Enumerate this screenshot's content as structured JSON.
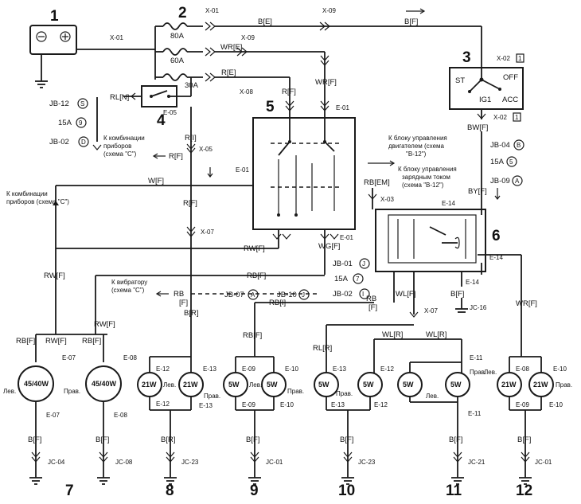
{
  "components": [
    "1",
    "2",
    "3",
    "4",
    "5",
    "6",
    "7",
    "8",
    "9",
    "10",
    "11",
    "12"
  ],
  "fuses": {
    "f1": "80A",
    "f2": "60A",
    "f3": "30A"
  },
  "connectors": {
    "x01a": "X-01",
    "x01b": "X-01",
    "x09a": "X-09",
    "x09b": "X-09",
    "x08a": "X-08",
    "x02a": "X-02",
    "x02b": "X-02",
    "x05": "X-05",
    "x07a": "X-07",
    "x03": "X-03",
    "x07b": "X-07",
    "e05": "E-05",
    "e01a": "E-01",
    "e01b": "E-01",
    "e01c": "E-01",
    "e14a": "E-14",
    "e14b": "E-14",
    "e14c": "E-14"
  },
  "wires": {
    "b_e": "B[E]",
    "b_f_top": "B[F]",
    "wr_e": "WR[E]",
    "r_e": "R[E]",
    "r_f": "R[F]",
    "wr_f": "WR[F]",
    "r_i": "R[I]",
    "r_f2": "R[F]",
    "r_f3": "R[F]",
    "w_f": "W[F]",
    "rw_f": "RW[F]",
    "rw_f2": "RW[F]",
    "rb_f": "RB[F]",
    "rb": "RB",
    "rb_f_sub": "[F]",
    "b_r": "B[R]",
    "rb_i": "RB[I]",
    "rb_f2": "RB[F]",
    "wg_f": "WG[F]",
    "rb_em": "RB[EM]",
    "bw_f": "BW[F]",
    "by_f": "BY[F]",
    "wl_f": "WL[F]",
    "b_f6": "B[F]",
    "rb2": "RB",
    "rb2_f": "[F]",
    "rl_r": "RL[R]",
    "wl_r1": "WL[R]",
    "wl_r2": "WL[R]",
    "wr_f12": "WR[F]",
    "rl_n": "RL[N]"
  },
  "jb": {
    "jb12": "JB-12",
    "jb12c": "S",
    "fuse15a_1": "15A",
    "fuse15a_1c": "9",
    "jb02": "JB-02",
    "jb02c": "D",
    "jb04": "JB-04",
    "jb04c": "B",
    "fuse15a_2": "15A",
    "fuse15a_2c": "5",
    "jb09": "JB-09",
    "jb09c": "A",
    "jb01": "JB-01",
    "jb01c": "J",
    "fuse15a_3": "15A",
    "fuse15a_3c": "7",
    "jb02b": "JB-02",
    "jb02bc": "I",
    "jb07": "JB-07",
    "jb07c": "A",
    "jb10": "JB-10",
    "jb10c": "J"
  },
  "ignition": {
    "st": "ST",
    "off": "OFF",
    "ig1": "IG1",
    "acc": "ACC",
    "x02_box": "1"
  },
  "notes": {
    "n1a": "К комбинации",
    "n1b": "приборов",
    "n1c": "(схема \"C\")",
    "n2a": "К комбинации",
    "n2b": "приборов (схема \"C\")",
    "n3a": "К блоку управления",
    "n3b": "двигателем (схема",
    "n3c": "\"B-12\")",
    "n4a": "К блоку управления",
    "n4b": "зарядным током",
    "n4c": "(схема \"B-12\")",
    "n5a": "К вибратору",
    "n5b": "(схема \"C\")"
  },
  "lamps": {
    "l7a": "45/40W",
    "l7b": "45/40W",
    "l8a": "21W",
    "l8b": "21W",
    "l9a": "5W",
    "l9b": "5W",
    "l10a": "5W",
    "l10b": "5W",
    "l11a": "5W",
    "l11b": "5W",
    "l12a": "21W",
    "l12b": "21W"
  },
  "sides": {
    "lev": "Лев.",
    "prav": "Прав."
  },
  "lamp_conn": {
    "e07": "E-07",
    "e08": "E-08",
    "e12": "E-12",
    "e13": "E-13",
    "e09": "E-09",
    "e10": "E-10",
    "e11": "E-11"
  },
  "grounds": {
    "jc04": "JC-04",
    "jc08": "JC-08",
    "jc23a": "JC-23",
    "jc01a": "JC-01",
    "jc23b": "JC-23",
    "jc21": "JC-21",
    "jc01b": "JC-01",
    "jc16": "JC-16"
  },
  "bottom_wires": {
    "rb_f7": "RB[F]",
    "rw_f7": "RW[F]",
    "rb_f7b": "RB[F]",
    "b_f7": "B[F]",
    "b_f7b": "B[F]",
    "b_r8": "B[R]",
    "rb_f9": "RB[F]",
    "b_f9": "B[F]",
    "rl_r10": "RL[R]",
    "b_f10": "B[F]",
    "b_f11": "B[F]",
    "b_f12": "B[F]"
  }
}
